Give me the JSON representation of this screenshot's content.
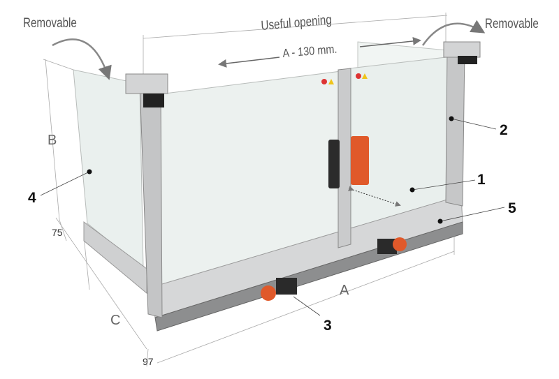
{
  "labels": {
    "removable_left": "Removable",
    "removable_right": "Removable",
    "useful_opening": "Useful opening",
    "opening_dim": "A - 130 mm.",
    "dim_b": "B",
    "dim_75": "75",
    "dim_c": "C",
    "dim_97": "97",
    "dim_a": "A"
  },
  "callouts": [
    "1",
    "2",
    "3",
    "4",
    "5"
  ],
  "colors": {
    "glass": "#eef3f1",
    "aluminum": "#c9cacb",
    "handle": "#e0592a",
    "dark": "#2a2a2a",
    "dimension_line": "#999999"
  }
}
